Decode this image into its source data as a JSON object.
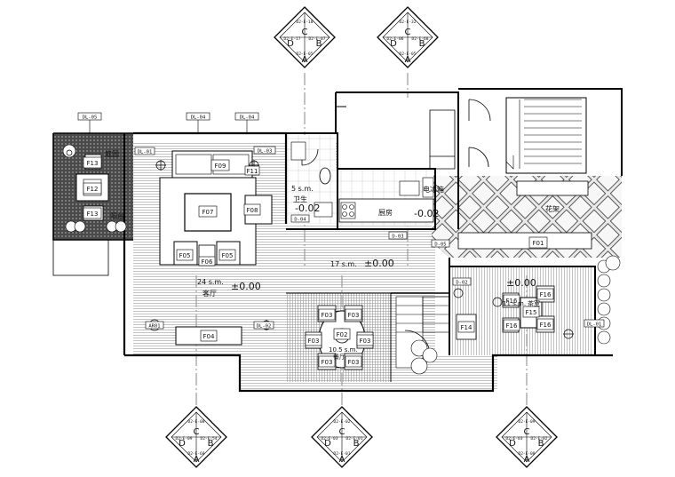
{
  "markers": {
    "top_left": {
      "C": "C",
      "D": "D",
      "B": "B",
      "A": "A",
      "ref_top": "D2-E-10",
      "ref_left": "D2-E-17",
      "ref_right": "D2-E-07",
      "ref_bottom": "D2-E-05"
    },
    "top_right": {
      "C": "C",
      "D": "D",
      "B": "B",
      "A": "A",
      "ref_top": "D2-E-32",
      "ref_left": "D2-E-06",
      "ref_right": "D2-E-68",
      "ref_bottom": "D2-E-05"
    },
    "bottom_left": {
      "C": "C",
      "D": "D",
      "B": "B",
      "A": "A",
      "ref_top": "D2-E-08",
      "ref_left": "D2-E-09",
      "ref_right": "D2-E-54",
      "ref_bottom": "D2-E-68"
    },
    "bottom_middle": {
      "C": "C",
      "D": "D",
      "B": "B",
      "A": "A",
      "ref_top": "D2-E-02",
      "ref_left": "D2-E-03",
      "ref_right": "D2-E-01",
      "ref_bottom": "D2-E-01"
    },
    "bottom_right": {
      "C": "C",
      "D": "D",
      "B": "B",
      "A": "A",
      "ref_top": "D2-E-09",
      "ref_left": "D2-E-03",
      "ref_right": "D2-E-02",
      "ref_bottom": "D2-E-08"
    }
  },
  "detail_tags": {
    "dl05": "DL-05",
    "dl04a": "DL-04",
    "dl04b": "DL-04",
    "dl03": "DL-03",
    "d01": "DL-01",
    "d04": "D-04",
    "d03": "D-03",
    "d05": "D-05",
    "d02a": "D-02",
    "d02b": "DL-02",
    "d01b": "DL-01",
    "ar01": "AR01"
  },
  "furniture": {
    "f01": "F01",
    "f02": "F02",
    "f03": "F03",
    "f04": "F04",
    "f05": "F05",
    "f06": "F06",
    "f07": "F07",
    "f08": "F08",
    "f09": "F09",
    "f11": "F11",
    "f12": "F12",
    "f13": "F13",
    "f14": "F14",
    "f15": "F15",
    "f16": "F16"
  },
  "rooms": {
    "living_area": "24 s.m.",
    "living_name": "客厅",
    "living_level": "±0.00",
    "corridor_area": "17 s.m.",
    "corridor_level": "±0.00",
    "bath_area": "5 s.m.",
    "bath_name": "卫生",
    "bath_level": "-0.02",
    "kitchen_name": "厨房",
    "kitchen_level": "-0.02",
    "fridge": "电冰箱",
    "dining_area": "10.5 s.m.",
    "dining_name": "餐厅",
    "tearoom_area": "11 s.m.",
    "tearoom_name": "茶室",
    "tearoom_level": "±0.00",
    "garden_name": "庭园",
    "terrace_name": "阳台",
    "pergola_label": "花架"
  }
}
